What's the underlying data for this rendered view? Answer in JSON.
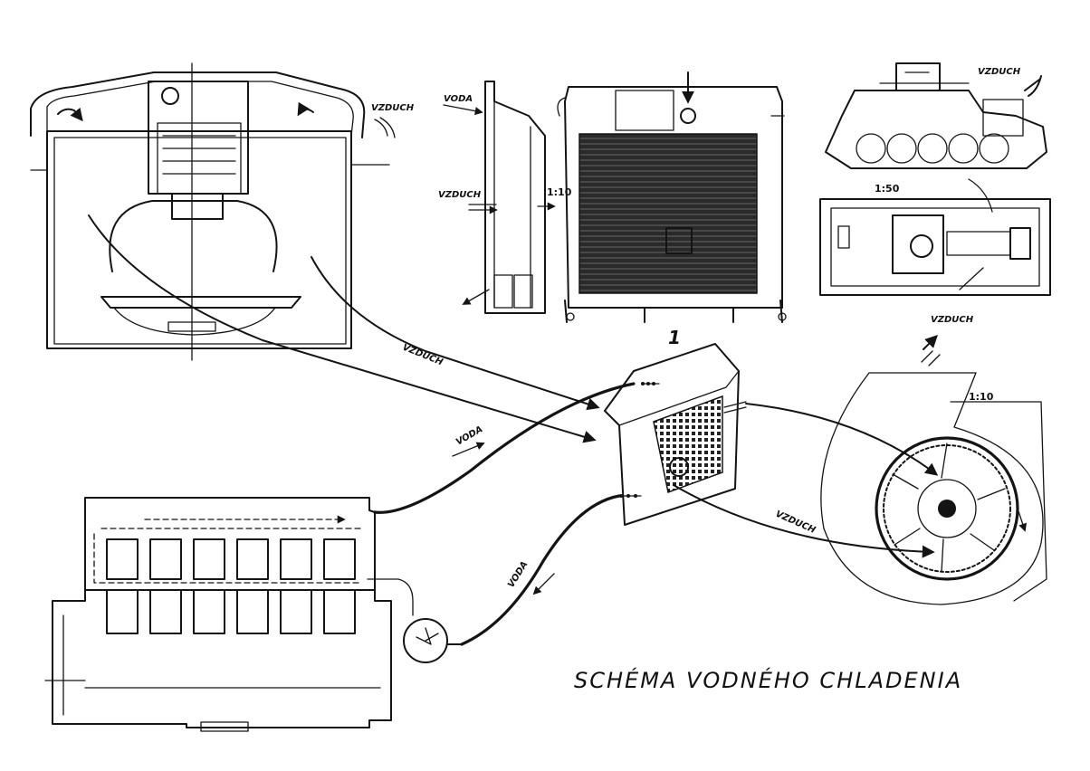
{
  "title": "SCHÉMA VODNÉHO CHLADENIA",
  "labels": {
    "vzduch": "VZDUCH",
    "voda": "VODA",
    "scale_radiator": "1:10",
    "scale_fan": "1:10",
    "scale_tank": "1:50",
    "figure_number": "1"
  },
  "colors": {
    "ink": "#141414",
    "paper": "#ffffff"
  }
}
